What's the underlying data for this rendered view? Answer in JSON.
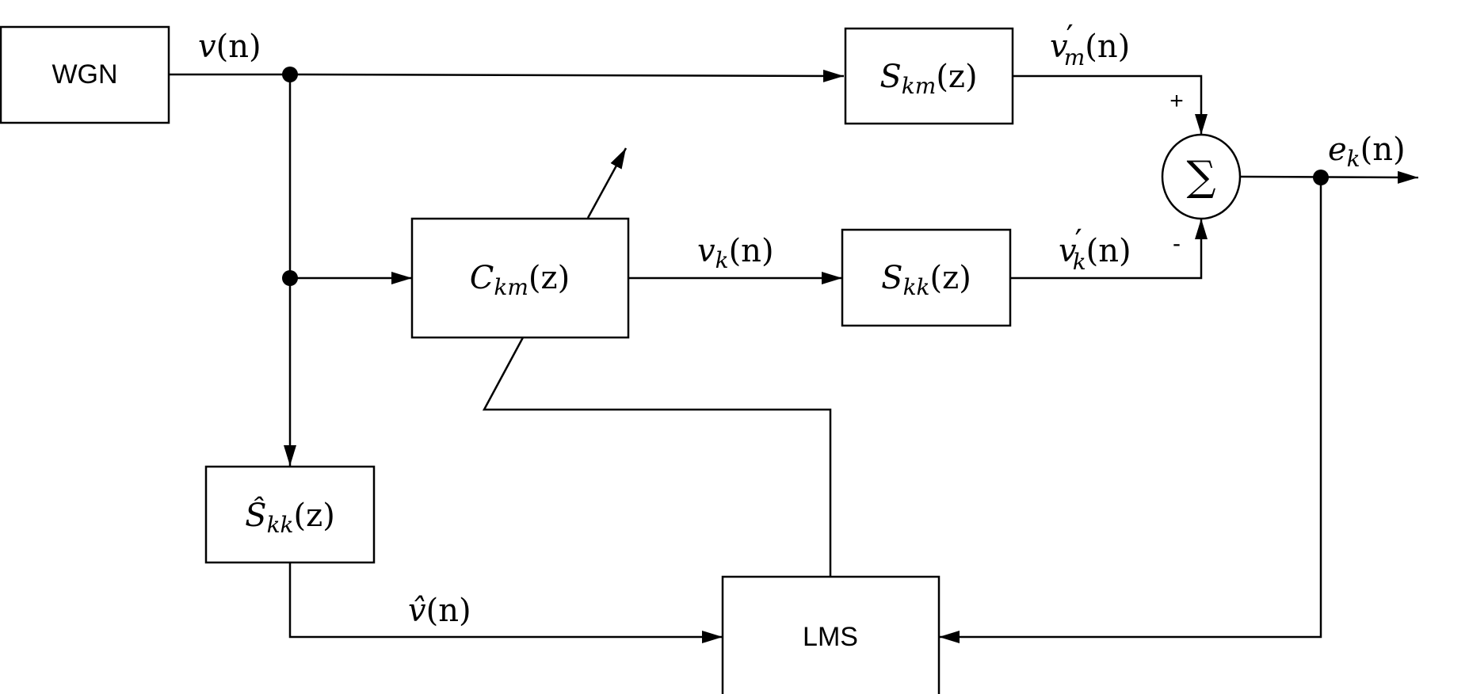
{
  "blocks": {
    "wgn": "WGN",
    "lms": "LMS",
    "skm": {
      "base": "S",
      "sub": "km",
      "arg": "(z)"
    },
    "ckm": {
      "base": "C",
      "sub": "km",
      "arg": "(z)"
    },
    "skk": {
      "base": "S",
      "sub": "kk",
      "arg": "(z)"
    },
    "skk_hat": {
      "base": "Ŝ",
      "sub": "kk",
      "arg": "(z)"
    },
    "sum": "∑"
  },
  "signals": {
    "v": {
      "base": "v",
      "arg": "(n)"
    },
    "vm_prime": {
      "base": "v",
      "prime": "′",
      "sub": "m",
      "arg": "(n)"
    },
    "vk": {
      "base": "v",
      "sub": "k",
      "arg": "(n)"
    },
    "vk_prime": {
      "base": "v",
      "prime": "′",
      "sub": "k",
      "arg": "(n)"
    },
    "ek": {
      "base": "e",
      "sub": "k",
      "arg": "(n)"
    },
    "v_hat": {
      "base": "v̂",
      "arg": "(n)"
    }
  },
  "signs": {
    "plus": "+",
    "minus": "-"
  }
}
